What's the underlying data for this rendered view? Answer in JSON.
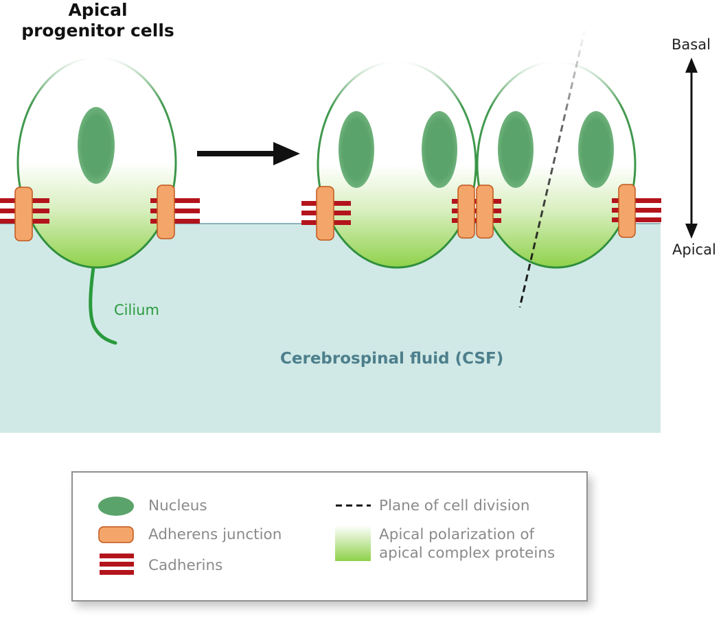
{
  "title_line1": "Apical",
  "title_line2": "progenitor cells",
  "axis": {
    "top_label": "Basal",
    "bottom_label": "Apical"
  },
  "cilium_label": "Cilium",
  "csf_label": "Cerebrospinal fluid (CSF)",
  "legend": {
    "nucleus": "Nucleus",
    "adherens": "Adherens junction",
    "cadherins": "Cadherins",
    "plane": "Plane of cell division",
    "polarization_line1": "Apical polarization of",
    "polarization_line2": "apical complex proteins"
  },
  "colors": {
    "csf": "#d0e9e6",
    "membrane": "#2f8f3d",
    "nucleus": "#5aa36a",
    "apical_green": "#8fd14a",
    "junction": "#f4a56a",
    "cadherin": "#b3141c",
    "csf_text": "#4d7f8c",
    "cilium": "#2a9a3c"
  }
}
